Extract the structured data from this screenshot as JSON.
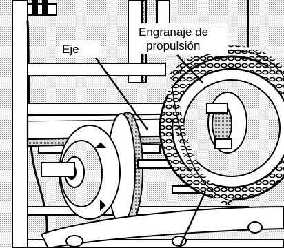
{
  "labels": {
    "eje": "Eje",
    "engranaje_line1": "Engranaje de",
    "engranaje_line2": "propulsión"
  }
}
